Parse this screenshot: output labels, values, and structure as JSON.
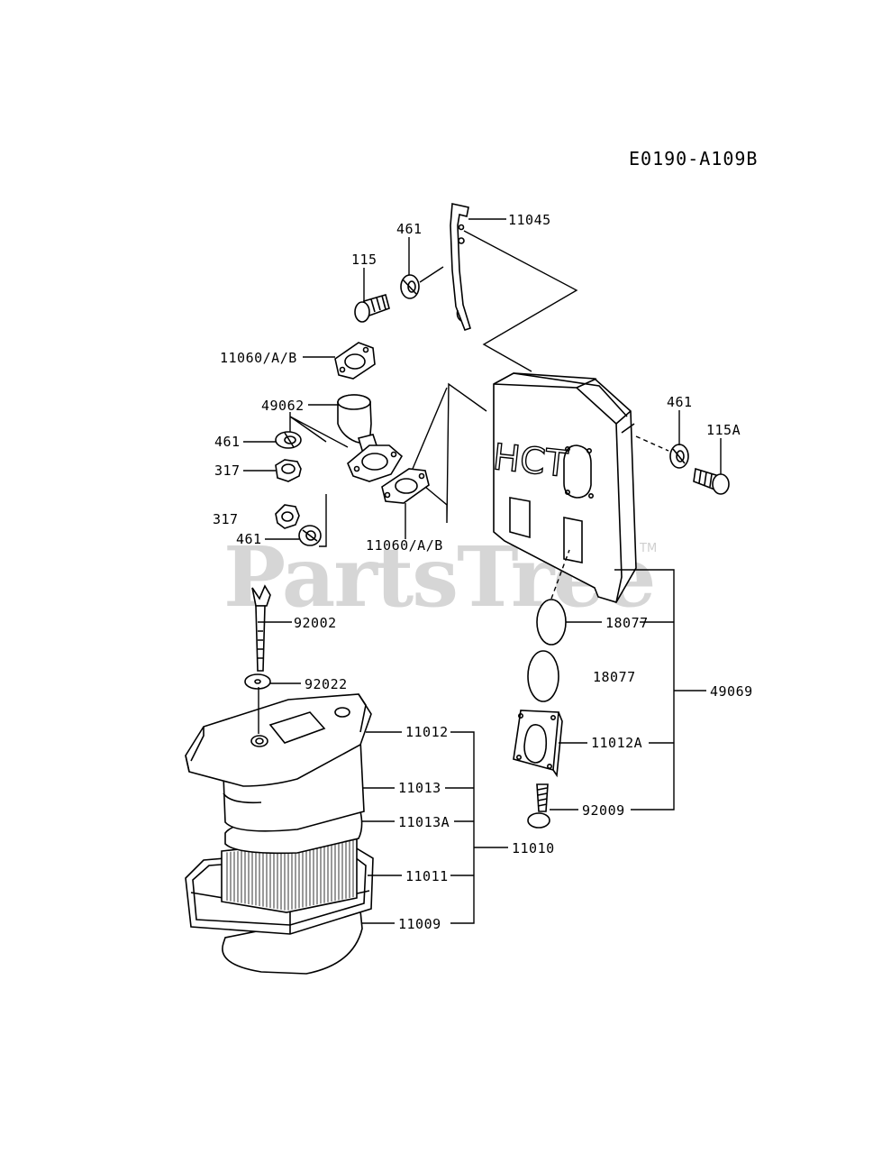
{
  "diagram_code": "E0190-A109B",
  "watermark": {
    "text": "PartsTree",
    "trademark": "TM"
  },
  "labels": {
    "p11045": "11045",
    "p461_top": "461",
    "p115": "115",
    "p11060_top": "11060/A/B",
    "p49062": "49062",
    "p461_a": "461",
    "p317_a": "317",
    "p317_b": "317",
    "p461_b": "461",
    "p11060_bottom": "11060/A/B",
    "p461_right": "461",
    "p115A": "115A",
    "p18077_a": "18077",
    "p18077_b": "18077",
    "p49069": "49069",
    "p11012A": "11012A",
    "p92009": "92009",
    "p92002": "92002",
    "p92022": "92022",
    "p11012": "11012",
    "p11013": "11013",
    "p11013A": "11013A",
    "p11010": "11010",
    "p11011": "11011",
    "p11009": "11009"
  }
}
